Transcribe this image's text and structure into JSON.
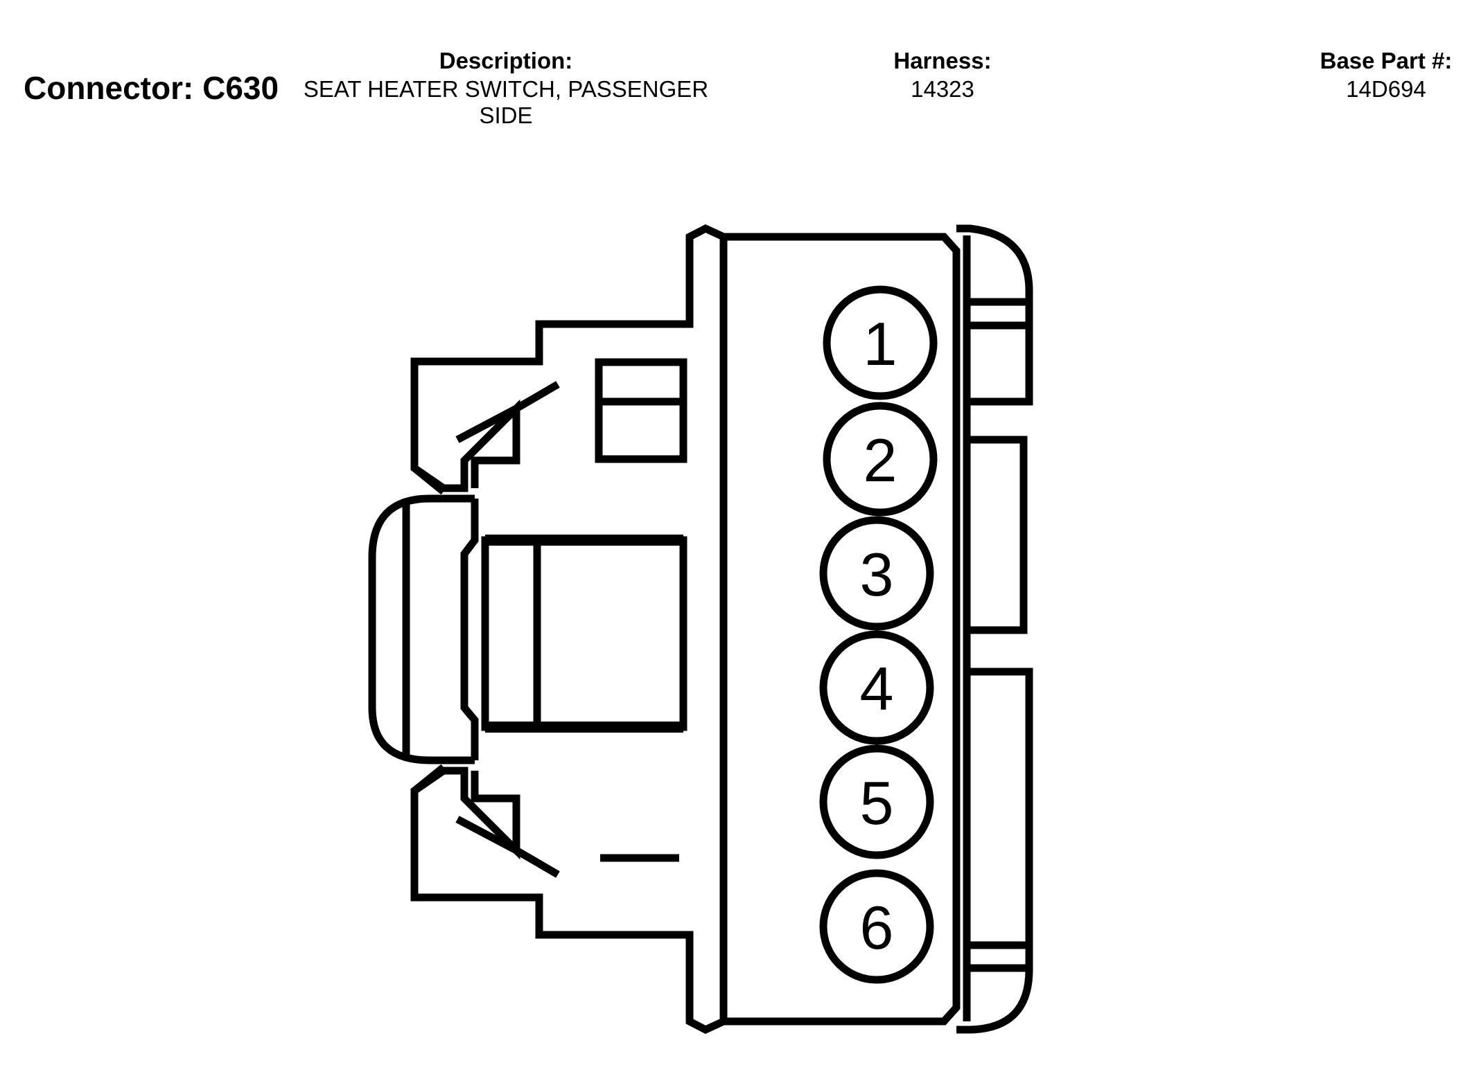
{
  "header": {
    "connector_label": "Connector: C630",
    "description_label": "Description:",
    "description_value": "SEAT HEATER SWITCH, PASSENGER SIDE",
    "harness_label": "Harness:",
    "harness_value": "14323",
    "base_part_label": "Base Part #:",
    "base_part_value": "14D694"
  },
  "pins": [
    "1",
    "2",
    "3",
    "4",
    "5",
    "6"
  ]
}
